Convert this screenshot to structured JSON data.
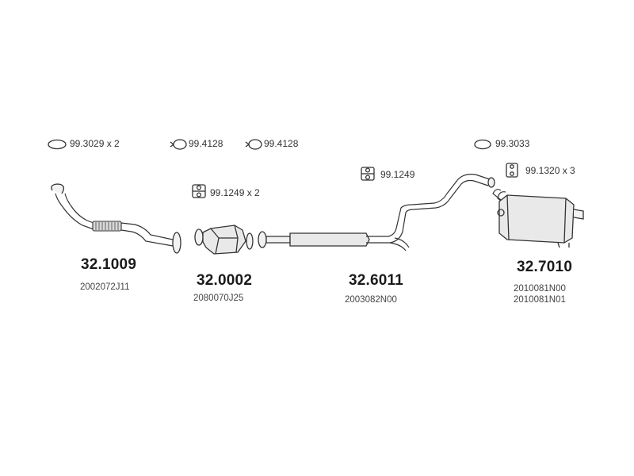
{
  "hardware": [
    {
      "id": "99.3029 x 2"
    },
    {
      "id": "99.4128"
    },
    {
      "id": "99.4128"
    },
    {
      "id": "99.1249 x 2"
    },
    {
      "id": "99.1249"
    },
    {
      "id": "99.3033"
    },
    {
      "id": "99.1320 x 3"
    }
  ],
  "parts": [
    {
      "number": "32.1009",
      "oem": [
        "2002072J11"
      ]
    },
    {
      "number": "32.0002",
      "oem": [
        "2080070J25"
      ]
    },
    {
      "number": "32.6011",
      "oem": [
        "2003082N00"
      ]
    },
    {
      "number": "32.7010",
      "oem": [
        "2010081N00",
        "2010081N01"
      ]
    }
  ]
}
